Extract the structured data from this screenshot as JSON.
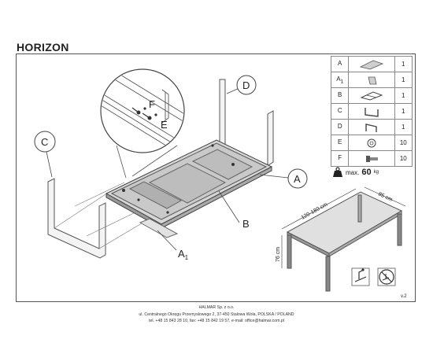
{
  "title": "HORIZON",
  "parts": [
    {
      "code": "A",
      "sub": "",
      "icon": "tabletop-glass-icon",
      "qty": "1"
    },
    {
      "code": "A",
      "sub": "1",
      "icon": "extension-leaf-icon",
      "qty": "1"
    },
    {
      "code": "B",
      "sub": "",
      "icon": "frame-icon",
      "qty": "1"
    },
    {
      "code": "C",
      "sub": "",
      "icon": "leg-frame-c-icon",
      "qty": "1"
    },
    {
      "code": "D",
      "sub": "",
      "icon": "leg-frame-d-icon",
      "qty": "1"
    },
    {
      "code": "E",
      "sub": "",
      "icon": "washer-icon",
      "qty": "10"
    },
    {
      "code": "F",
      "sub": "",
      "icon": "bolt-icon",
      "qty": "10"
    }
  ],
  "max_load": {
    "label": "max.",
    "value": "60",
    "unit": "kg"
  },
  "callouts": {
    "a": "A",
    "a1_main": "A",
    "a1_sub": "1",
    "b": "B",
    "c": "C",
    "d": "D",
    "e": "E",
    "f": "F"
  },
  "dimensions": {
    "length": "120-180 cm",
    "width": "85 cm",
    "height": "76 cm"
  },
  "version": "v.2",
  "footer": {
    "company": "HALMAR Sp. z o.o.",
    "address": "ul. Centralnego Okręgu Przemysłowego 2, 37-450 Stalowa Wola, POLSKA / POLAND",
    "contact": "tel. +48 15 843 28 10, fax: +48 15 842 19 57, e-mail: office@halmar.com.pl"
  }
}
